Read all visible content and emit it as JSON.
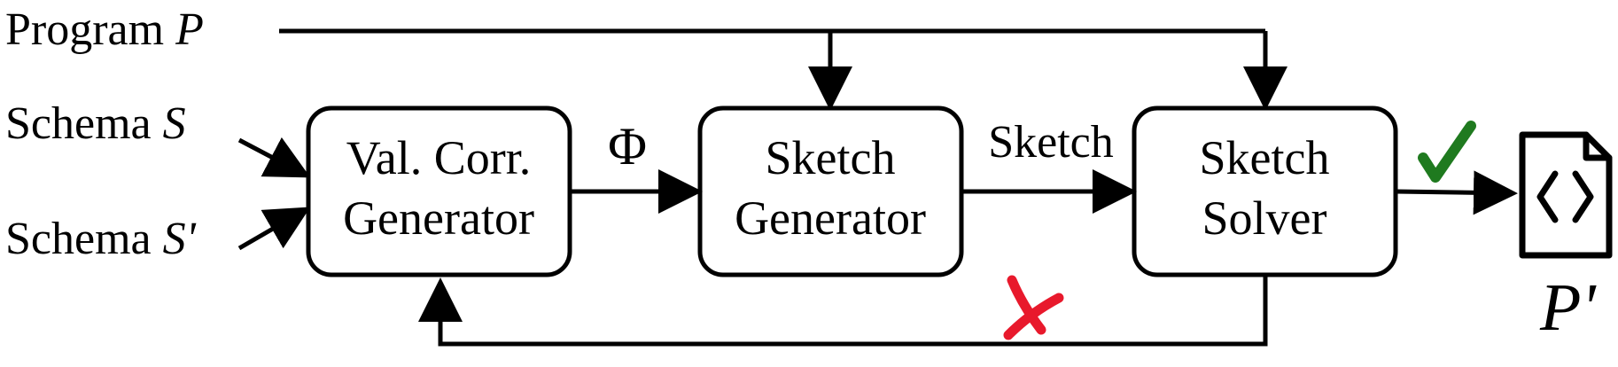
{
  "inputs": {
    "program_text": "Program ",
    "program_var": "P",
    "schema1_text": "Schema ",
    "schema1_var": "S",
    "schema2_text": "Schema ",
    "schema2_var": "S'"
  },
  "boxes": {
    "valcorr": {
      "line1": "Val. Corr.",
      "line2": "Generator"
    },
    "sketchgen": {
      "line1": "Sketch",
      "line2": "Generator"
    },
    "solver": {
      "line1": "Sketch",
      "line2": "Solver"
    }
  },
  "edges": {
    "phi_label": "Φ",
    "sketch_label": "Sketch"
  },
  "output": {
    "var": "P'"
  },
  "colors": {
    "success": "#1f7a1f",
    "failure": "#e8192c"
  },
  "icons": {
    "success": "check-icon",
    "failure": "cross-icon",
    "output": "code-file-icon"
  }
}
